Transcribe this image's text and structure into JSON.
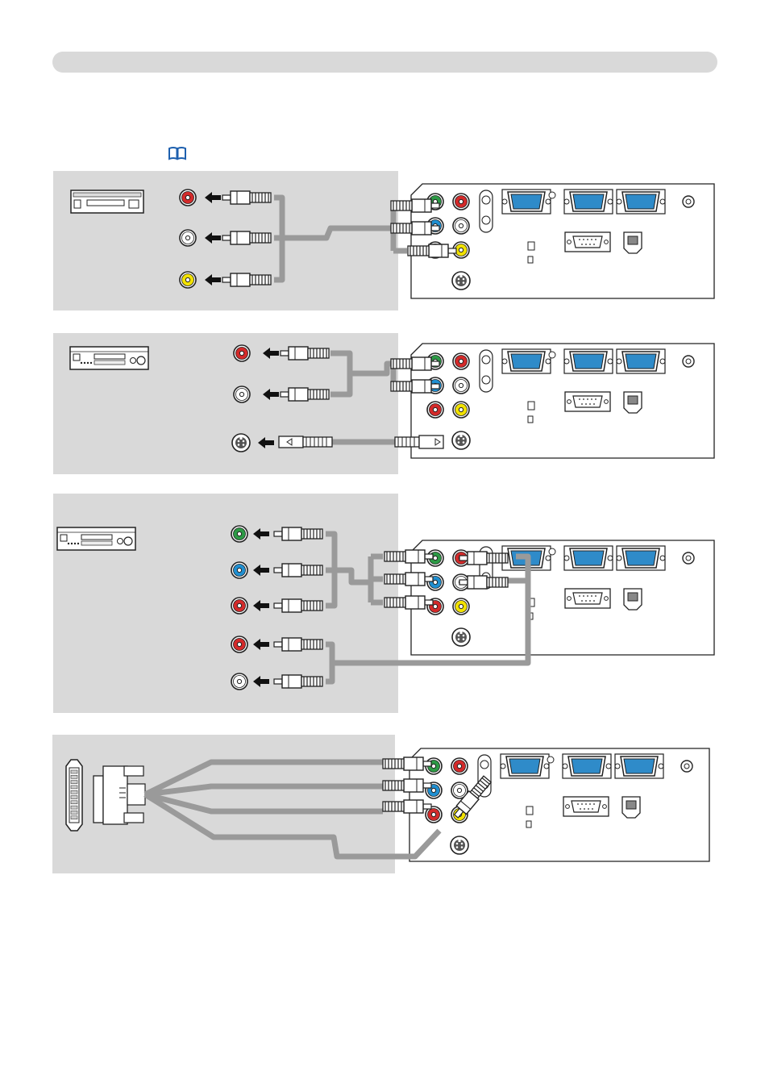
{
  "page": {
    "title": "",
    "reference_icon": "book-icon"
  },
  "colors": {
    "panel_gray": "#d9d9d9",
    "cable_gray": "#9a9a9a",
    "jack_red": "#d42a2a",
    "jack_white": "#ffffff",
    "jack_yellow": "#f2e200",
    "jack_green": "#2c9a45",
    "jack_blue": "#1f8fd1",
    "dsub_blue": "#2f8bc9",
    "outline": "#222222"
  },
  "sections": [
    {
      "id": "vcr-composite",
      "source_device": "vcr-icon",
      "connectors": [
        "audio-r",
        "audio-l",
        "video"
      ]
    },
    {
      "id": "dvd-svideo",
      "source_device": "dvd-player-icon",
      "connectors": [
        "audio-r",
        "audio-l",
        "s-video"
      ]
    },
    {
      "id": "dvd-component",
      "source_device": "dvd-player-icon",
      "connectors": [
        "y",
        "cb-pb",
        "cr-pr",
        "audio-r",
        "audio-l"
      ]
    },
    {
      "id": "scart-adapter",
      "source_device": "scart-connector-icon",
      "connectors": [
        "scart-rgb"
      ]
    }
  ]
}
